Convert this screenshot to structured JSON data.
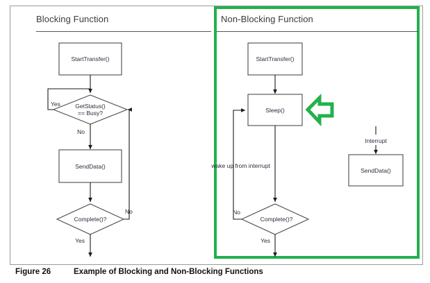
{
  "figure": {
    "caption_number": "Figure 26",
    "caption_text": "Example of Blocking and Non-Blocking Functions",
    "frame_color": "#9a9a9a",
    "highlight_color": "#22b14c"
  },
  "panels": [
    {
      "id": "blocking",
      "title": "Blocking Function",
      "highlighted": false
    },
    {
      "id": "nonblocking",
      "title": "Non-Blocking Function",
      "highlighted": true
    }
  ],
  "blocking_flow": {
    "nodes": [
      {
        "id": "start",
        "type": "process",
        "label": "StartTransfer()"
      },
      {
        "id": "getstatus",
        "type": "decision",
        "label_line1": "GetStatus()",
        "label_line2": "== Busy?"
      },
      {
        "id": "senddata",
        "type": "process",
        "label": "SendData()"
      },
      {
        "id": "complete",
        "type": "decision",
        "label": "Complete()?"
      }
    ],
    "edge_labels": {
      "getstatus_yes": "Yes",
      "getstatus_no": "No",
      "complete_no": "No",
      "complete_yes": "Yes"
    }
  },
  "nonblocking_flow": {
    "nodes": [
      {
        "id": "start",
        "type": "process",
        "label": "StartTransfer()"
      },
      {
        "id": "sleep",
        "type": "process",
        "label": "Sleep()"
      },
      {
        "id": "complete",
        "type": "decision",
        "label": "Complete()?"
      },
      {
        "id": "isr_senddata",
        "type": "process",
        "label": "SendData()"
      }
    ],
    "edge_labels": {
      "wake": "wake up from interrupt",
      "complete_no": "No",
      "complete_yes": "Yes",
      "interrupt": "Interrupt"
    },
    "annotation": {
      "arrow": "green-left-arrow",
      "points_to": "sleep"
    }
  }
}
